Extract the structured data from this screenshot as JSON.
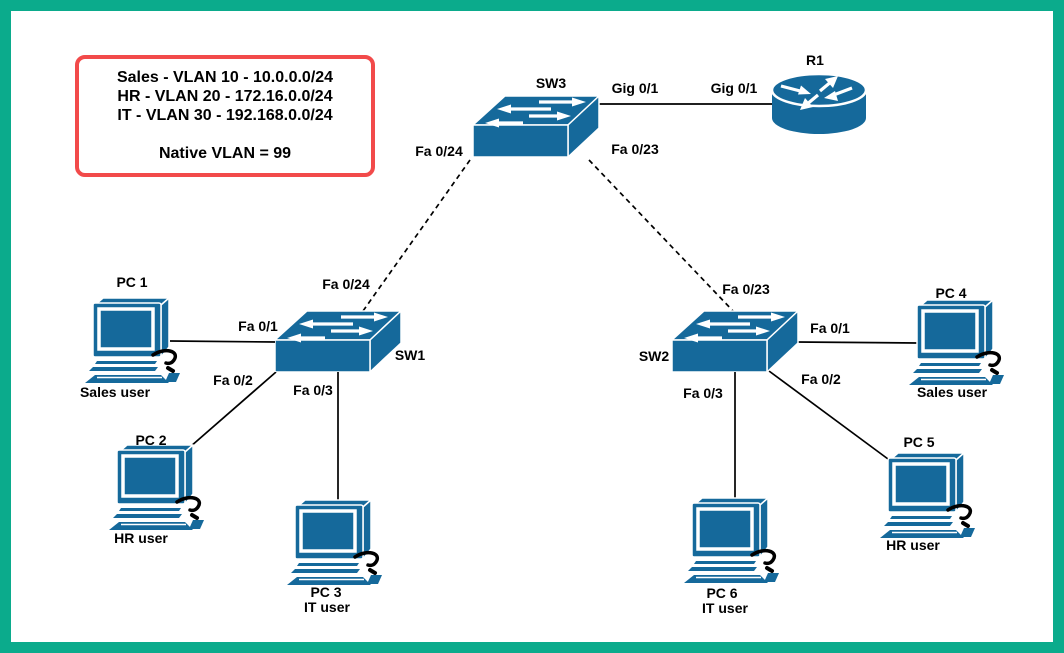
{
  "colors": {
    "frame": "#0bab8c",
    "legend_border": "#f24a4a",
    "device": "#15699b",
    "link": "#000000",
    "text": "#000000",
    "background": "#ffffff"
  },
  "legend": {
    "line1": "Sales - VLAN 10 - 10.0.0.0/24",
    "line2": "HR - VLAN 20 - 172.16.0.0/24",
    "line3": "IT - VLAN 30 - 192.168.0.0/24",
    "note": "Native VLAN = 99"
  },
  "nodes": {
    "sw3": {
      "type": "switch",
      "label": "SW3"
    },
    "sw1": {
      "type": "switch",
      "label": "SW1"
    },
    "sw2": {
      "type": "switch",
      "label": "SW2"
    },
    "r1": {
      "type": "router",
      "label": "R1"
    },
    "pc1": {
      "type": "pc",
      "label": "PC 1",
      "user": "Sales user"
    },
    "pc2": {
      "type": "pc",
      "label": "PC 2",
      "user": "HR user"
    },
    "pc3": {
      "type": "pc",
      "label": "PC 3",
      "user": "IT user"
    },
    "pc4": {
      "type": "pc",
      "label": "PC 4",
      "user": "Sales user"
    },
    "pc5": {
      "type": "pc",
      "label": "PC 5",
      "user": "HR user"
    },
    "pc6": {
      "type": "pc",
      "label": "PC 6",
      "user": "IT user"
    }
  },
  "ports": {
    "sw3_fa0_24": "Fa 0/24",
    "sw3_fa0_23": "Fa 0/23",
    "sw3_gig0_1": "Gig 0/1",
    "r1_gig0_1": "Gig 0/1",
    "sw1_fa0_24": "Fa 0/24",
    "sw1_fa0_1": "Fa 0/1",
    "sw1_fa0_2": "Fa 0/2",
    "sw1_fa0_3": "Fa 0/3",
    "sw2_fa0_23": "Fa 0/23",
    "sw2_fa0_1": "Fa 0/1",
    "sw2_fa0_2": "Fa 0/2",
    "sw2_fa0_3": "Fa 0/3"
  },
  "links": [
    {
      "from": "SW3",
      "to": "R1",
      "style": "solid",
      "from_port": "Gig 0/1",
      "to_port": "Gig 0/1"
    },
    {
      "from": "SW3",
      "to": "SW1",
      "style": "dashed",
      "from_port": "Fa 0/24",
      "to_port": "Fa 0/24"
    },
    {
      "from": "SW3",
      "to": "SW2",
      "style": "dashed",
      "from_port": "Fa 0/23",
      "to_port": "Fa 0/23"
    },
    {
      "from": "SW1",
      "to": "PC 1",
      "style": "solid",
      "from_port": "Fa 0/1"
    },
    {
      "from": "SW1",
      "to": "PC 2",
      "style": "solid",
      "from_port": "Fa 0/2"
    },
    {
      "from": "SW1",
      "to": "PC 3",
      "style": "solid",
      "from_port": "Fa 0/3"
    },
    {
      "from": "SW2",
      "to": "PC 4",
      "style": "solid",
      "from_port": "Fa 0/1"
    },
    {
      "from": "SW2",
      "to": "PC 5",
      "style": "solid",
      "from_port": "Fa 0/2"
    },
    {
      "from": "SW2",
      "to": "PC 6",
      "style": "solid",
      "from_port": "Fa 0/3"
    }
  ]
}
